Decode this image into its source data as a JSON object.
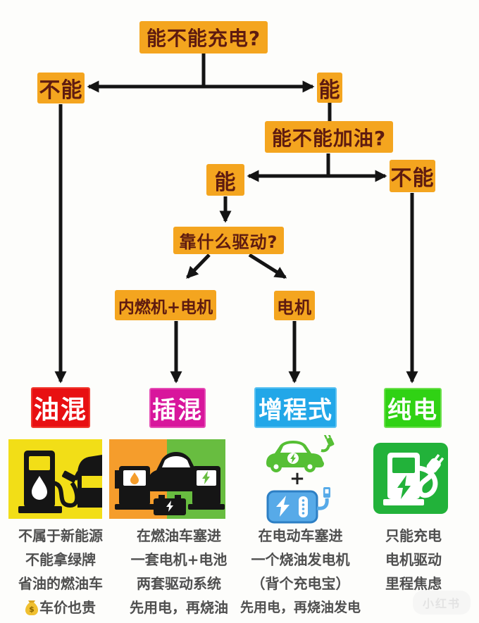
{
  "flow": {
    "q_charge": "能不能充电?",
    "no_charge": "不能",
    "yes_charge": "能",
    "q_fuel": "能不能加油?",
    "yes_fuel": "能",
    "no_fuel": "不能",
    "q_drive": "靠什么驱动?",
    "drive_ice_motor": "内燃机+电机",
    "drive_motor": "电机"
  },
  "categories": [
    {
      "label": "油混",
      "color": "#e81012",
      "icon": "gas-pump-and-car",
      "desc": [
        "不属于新能源",
        "不能拿绿牌",
        "省油的燃油车",
        "车价也贵"
      ]
    },
    {
      "label": "插混",
      "color": "#d8169c",
      "icon": "pump-car-battery-charger",
      "desc": [
        "在燃油车塞进",
        "一套电机+电池",
        "两套驱动系统",
        "先用电，再烧油"
      ]
    },
    {
      "label": "增程式",
      "color": "#22a7e8",
      "icon": "ev-car-plus-powerbank",
      "desc": [
        "在电动车塞进",
        "一个烧油发电机",
        "（背个充电宝）",
        "先用电，再烧油发电"
      ]
    },
    {
      "label": "纯电",
      "color": "#30d214",
      "icon": "ev-charging-station",
      "desc": [
        "只能充电",
        "电机驱动",
        "里程焦虑"
      ]
    }
  ],
  "plus_sign": "+",
  "watermark": "小红书",
  "colors": {
    "node_bg": "#f4a51f",
    "node_text": "#5e1b10",
    "line": "#141414",
    "desc_text": "#4f4f4f",
    "icon1_bg": "#f2de17",
    "icon2_left_bg": "#f59d2c",
    "icon2_right_bg": "#68bd40",
    "icon3_green": "#56bf35",
    "icon3_blue": "#57aae8",
    "icon4_bg": "#22b23a"
  }
}
